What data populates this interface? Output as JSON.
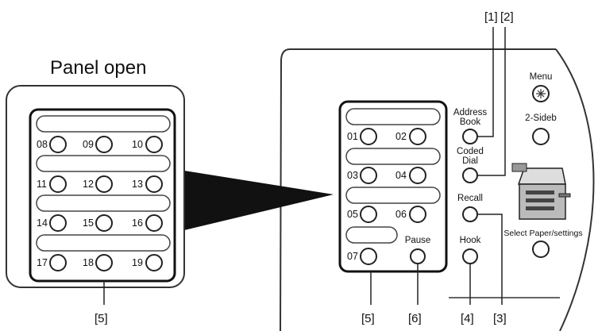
{
  "panel_open_title": "Panel open",
  "callouts": {
    "c1": "[1]",
    "c2": "[2]",
    "c3": "[3]",
    "c4": "[4]",
    "c5": "[5]",
    "c6": "[6]",
    "c5_left": "[5]"
  },
  "right_buttons": {
    "address_book_line1": "Address",
    "address_book_line2": "Book",
    "coded_dial_line1": "Coded",
    "coded_dial_line2": "Dial",
    "recall": "Recall",
    "hook": "Hook",
    "pause": "Pause",
    "menu": "Menu",
    "two_sided": "2-Sideb",
    "select_paper": "Select Paper/settings"
  },
  "center_keys": [
    "01",
    "02",
    "03",
    "04",
    "05",
    "06",
    "07"
  ],
  "panel_keys": [
    "08",
    "09",
    "10",
    "11",
    "12",
    "13",
    "14",
    "15",
    "16",
    "17",
    "18",
    "19"
  ],
  "icons": {
    "menu_icon": "asterisk-icon",
    "printer_icon": "copier-machine-icon"
  }
}
